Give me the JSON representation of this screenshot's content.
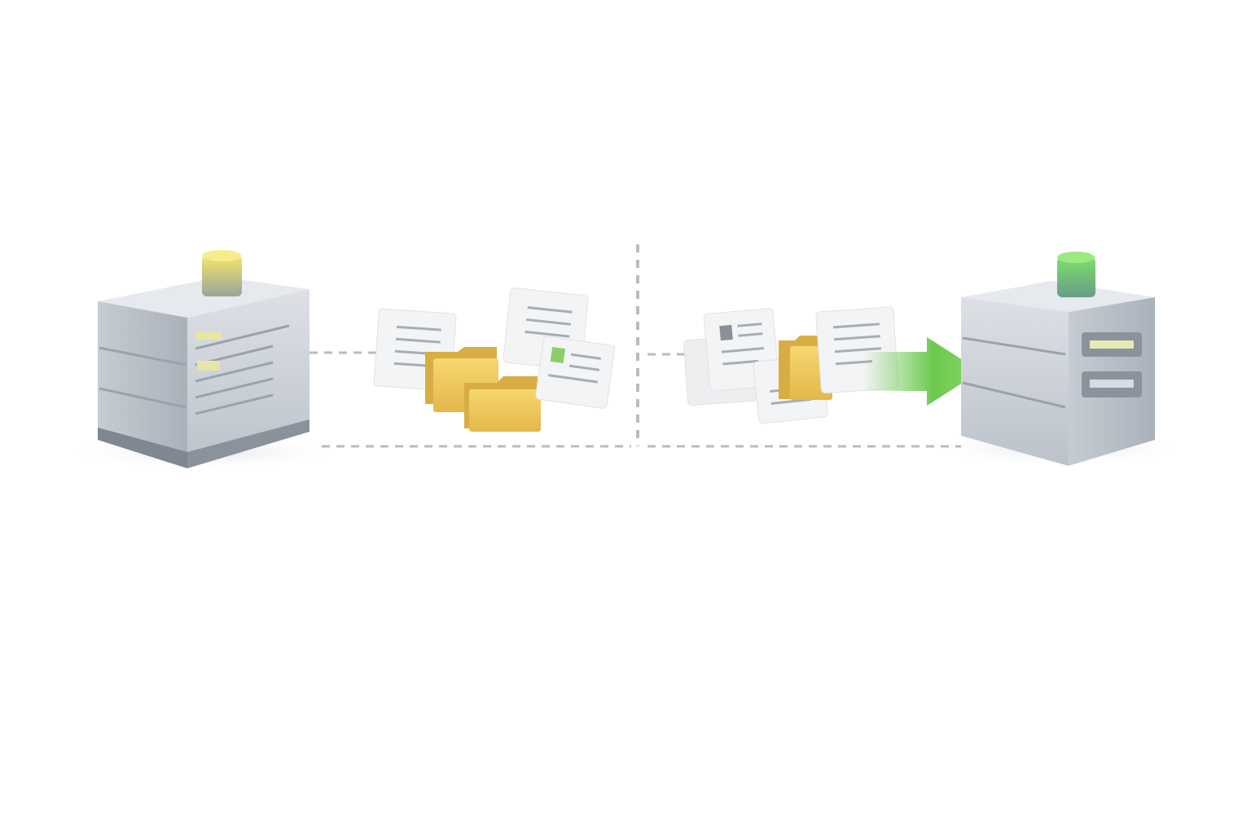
{
  "scene": {
    "description_type": "data-migration-illustration",
    "source_server": {
      "icon": "server-icon",
      "status_light_color": "#e8d84a",
      "status": "yellow"
    },
    "target_server": {
      "icon": "server-icon",
      "status_light_color": "#5cc94a",
      "status": "green"
    },
    "left_group": {
      "icons": [
        "document-icon",
        "document-icon",
        "folder-icon",
        "folder-icon",
        "document-icon"
      ]
    },
    "right_group": {
      "icons": [
        "document-icon",
        "document-icon",
        "document-icon",
        "folder-icon",
        "document-icon"
      ]
    },
    "transfer_arrow": {
      "icon": "arrow-right-icon",
      "color": "#6cc84e"
    },
    "divider": {
      "style": "dashed",
      "color": "#b8bcc0"
    }
  },
  "colors": {
    "server_body": "#c9ced5",
    "server_dark": "#8a929b",
    "folder": "#efc85a",
    "document": "#f3f4f5",
    "document_lines": "#a9adb2"
  }
}
